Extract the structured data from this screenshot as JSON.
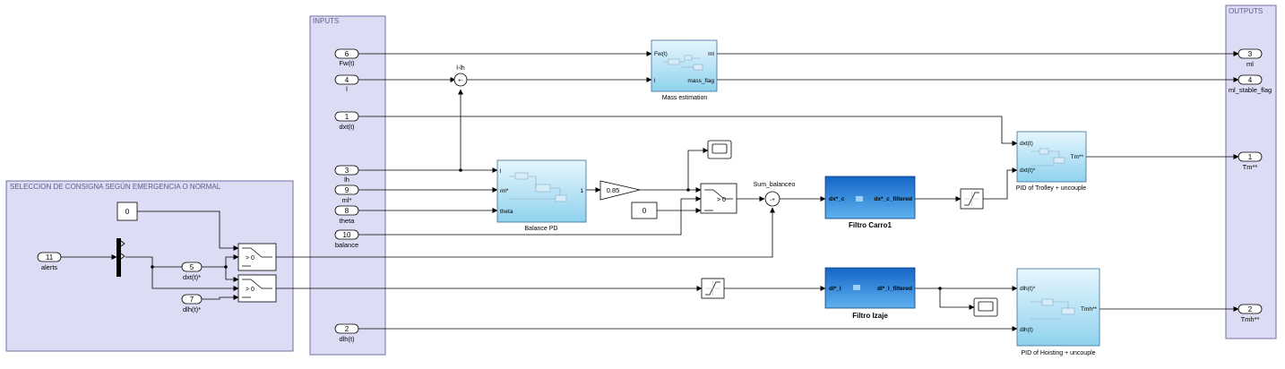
{
  "areas": {
    "inputs": "INPUTS",
    "outputs": "OUTPUTS",
    "selection": "SELECCION DE CONSIGNA SEGÚN EMERGENCIA O NORMAL"
  },
  "inports": [
    {
      "num": "6",
      "label": "Fw(t)"
    },
    {
      "num": "4",
      "label": "l"
    },
    {
      "num": "1",
      "label": "dxt(t)"
    },
    {
      "num": "3",
      "label": "lh"
    },
    {
      "num": "9",
      "label": "ml*"
    },
    {
      "num": "8",
      "label": "theta"
    },
    {
      "num": "10",
      "label": "balance"
    },
    {
      "num": "2",
      "label": "dlh(t)"
    },
    {
      "num": "11",
      "label": "alerts"
    },
    {
      "num": "5",
      "label": "dxt(t)*"
    },
    {
      "num": "7",
      "label": "dlh(t)*"
    }
  ],
  "outports": [
    {
      "num": "3",
      "label": "ml"
    },
    {
      "num": "4",
      "label": "ml_stable_flag"
    },
    {
      "num": "1",
      "label": "Tm**"
    },
    {
      "num": "2",
      "label": "Tmh**"
    }
  ],
  "blocks": {
    "mass_estimation": {
      "name": "Mass estimation",
      "port_fw": "Fw(t)",
      "port_l": "l",
      "port_ml": "ml",
      "port_flag": "mass_flag"
    },
    "balance_pd": {
      "name": "Balance PD",
      "port_l": "l",
      "port_ml": "ml*",
      "port_theta": "theta",
      "port_out": "1"
    },
    "gain": {
      "value": "0.85"
    },
    "sum_lh": {
      "name": "l-lh",
      "signs": "+-"
    },
    "sum_balanceo": {
      "name": "Sum_balanceo",
      "signs": "-+"
    },
    "filtro_carro": {
      "name": "Filtro Carro1",
      "in": "dx*_c",
      "out": "dx*_c_filtered"
    },
    "filtro_izaje": {
      "name": "Filtro Izaje",
      "in": "dl*_l",
      "out": "dl*_l_filtered"
    },
    "pid_trolley": {
      "name": "PID of Trolley + uncouple",
      "in1": "dxt(t)",
      "in2": "dxt(t)*",
      "out": "Tm**"
    },
    "pid_hoisting": {
      "name": "PID of Hoisting + uncouple",
      "in1": "dlh(t)*",
      "in2": "dlh(t)",
      "out": "Tmh**"
    },
    "const_zero_a": "0",
    "const_zero_b": "0",
    "switch_threshold": "> 0"
  }
}
